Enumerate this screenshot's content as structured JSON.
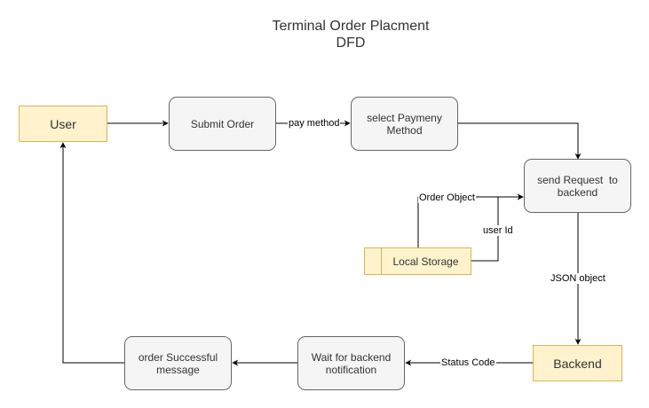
{
  "diagram": {
    "title_line1": "Terminal Order Placment",
    "title_line2": "DFD",
    "nodes": {
      "user": "User",
      "submit_order": "Submit Order",
      "select_payment_line1": "select Paymeny",
      "select_payment_line2": "Method",
      "send_request_line1": "send Request  to",
      "send_request_line2": "backend",
      "local_storage": "Local Storage",
      "backend": "Backend",
      "wait_backend_line1": "Wait for backend",
      "wait_backend_line2": "notification",
      "order_success_line1": "order Successful",
      "order_success_line2": "message"
    },
    "edges": {
      "pay_method": "pay method",
      "order_object": "Order Object",
      "user_id": "user Id",
      "json_object": "JSON object",
      "status_code": "Status Code"
    }
  }
}
